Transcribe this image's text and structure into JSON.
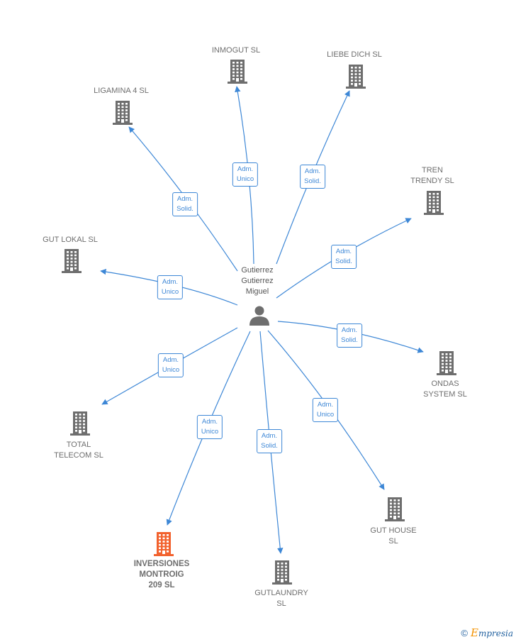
{
  "diagram": {
    "person": {
      "name": "Gutierrez\nGutierrez\nMiguel",
      "icon": "person-icon"
    },
    "colors": {
      "edge": "#3d87d6",
      "building": "#6e6e6e",
      "focus": "#f2622e",
      "person": "#6e6e6e"
    },
    "companies": [
      {
        "id": "inmogut",
        "label": "INMOGUT  SL",
        "role": "Adm.\nUnico",
        "focus": false
      },
      {
        "id": "liebe",
        "label": "LIEBE DICH  SL",
        "role": "Adm.\nSolid.",
        "focus": false
      },
      {
        "id": "ligamina",
        "label": "LIGAMINA 4  SL",
        "role": "Adm.\nSolid.",
        "focus": false
      },
      {
        "id": "tren",
        "label": "TREN\nTRENDY  SL",
        "role": "Adm.\nSolid.",
        "focus": false
      },
      {
        "id": "gutlokal",
        "label": "GUT LOKAL  SL",
        "role": "Adm.\nUnico",
        "focus": false
      },
      {
        "id": "ondas",
        "label": "ONDAS\nSYSTEM SL",
        "role": "Adm.\nSolid.",
        "focus": false
      },
      {
        "id": "total",
        "label": "TOTAL\nTELECOM SL",
        "role": "Adm.\nUnico",
        "focus": false
      },
      {
        "id": "guthouse",
        "label": "GUT HOUSE\nSL",
        "role": "Adm.\nUnico",
        "focus": false
      },
      {
        "id": "inversiones",
        "label": "INVERSIONES\nMONTROIG\n209  SL",
        "role": "Adm.\nUnico",
        "focus": true
      },
      {
        "id": "gutlaundry",
        "label": "GUTLAUNDRY\nSL",
        "role": "Adm.\nSolid.",
        "focus": false
      }
    ]
  },
  "footer": {
    "copyright": "©",
    "brand_initial": "E",
    "brand_rest": "mpresia"
  }
}
